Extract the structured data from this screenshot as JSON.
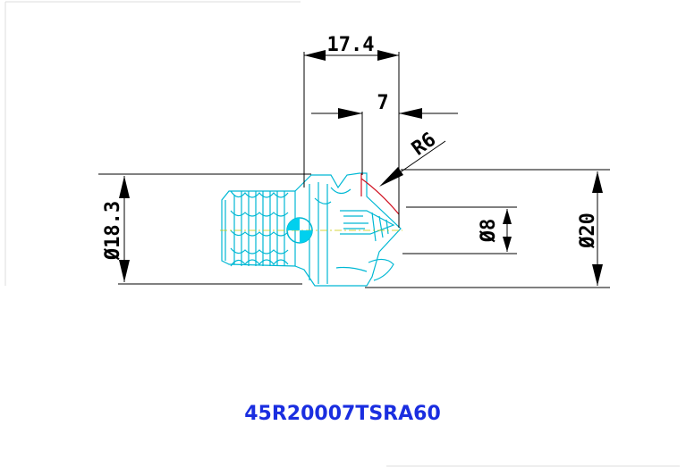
{
  "drawing": {
    "dimensions": {
      "overall_length": "17.4",
      "head_length": "7",
      "radius": "R6",
      "shank_diameter": "Ø18.3",
      "bore_diameter": "Ø8",
      "head_diameter": "Ø20"
    },
    "part_code": "45R20007TSRA60",
    "colors": {
      "part_outline": "#00b8d4",
      "accent_red": "#d01020",
      "dimension_lines": "#000000",
      "part_code": "#1a2ee0"
    }
  }
}
